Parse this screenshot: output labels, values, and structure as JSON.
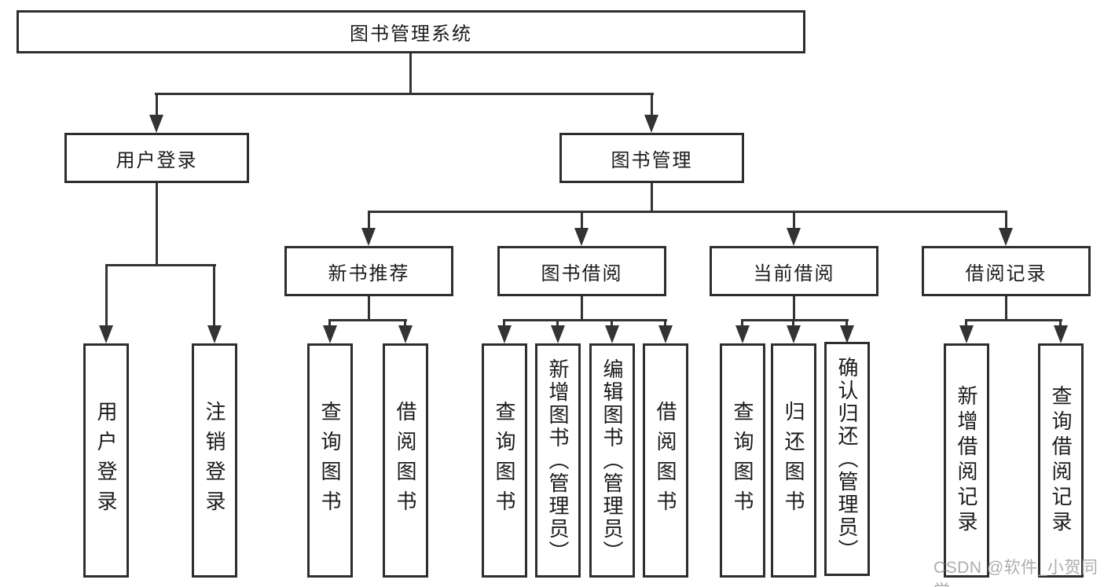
{
  "colors": {
    "line": "#333333",
    "box_border": "#2e2e2e",
    "text": "#1b1b1b",
    "watermark": "#a5a5a5",
    "background": "#ffffff"
  },
  "nodes": {
    "root": {
      "label": "图书管理系统"
    },
    "level2": [
      {
        "label": "用户登录"
      },
      {
        "label": "图书管理"
      }
    ],
    "level3": [
      {
        "label": "新书推荐"
      },
      {
        "label": "图书借阅"
      },
      {
        "label": "当前借阅"
      },
      {
        "label": "借阅记录"
      }
    ],
    "leaves": [
      {
        "label": "用户登录"
      },
      {
        "label": "注销登录"
      },
      {
        "label": "查询图书"
      },
      {
        "label": "借阅图书"
      },
      {
        "label": "查询图书"
      },
      {
        "label": "新增图书（管理员）"
      },
      {
        "label": "编辑图书（管理员）"
      },
      {
        "label": "借阅图书"
      },
      {
        "label": "查询图书"
      },
      {
        "label": "归还图书"
      },
      {
        "label": "确认归还（管理员）"
      },
      {
        "label": "新增借阅记录"
      },
      {
        "label": "查询借阅记录"
      }
    ]
  },
  "watermark": {
    "text": "CSDN @软件_小贺同学"
  }
}
